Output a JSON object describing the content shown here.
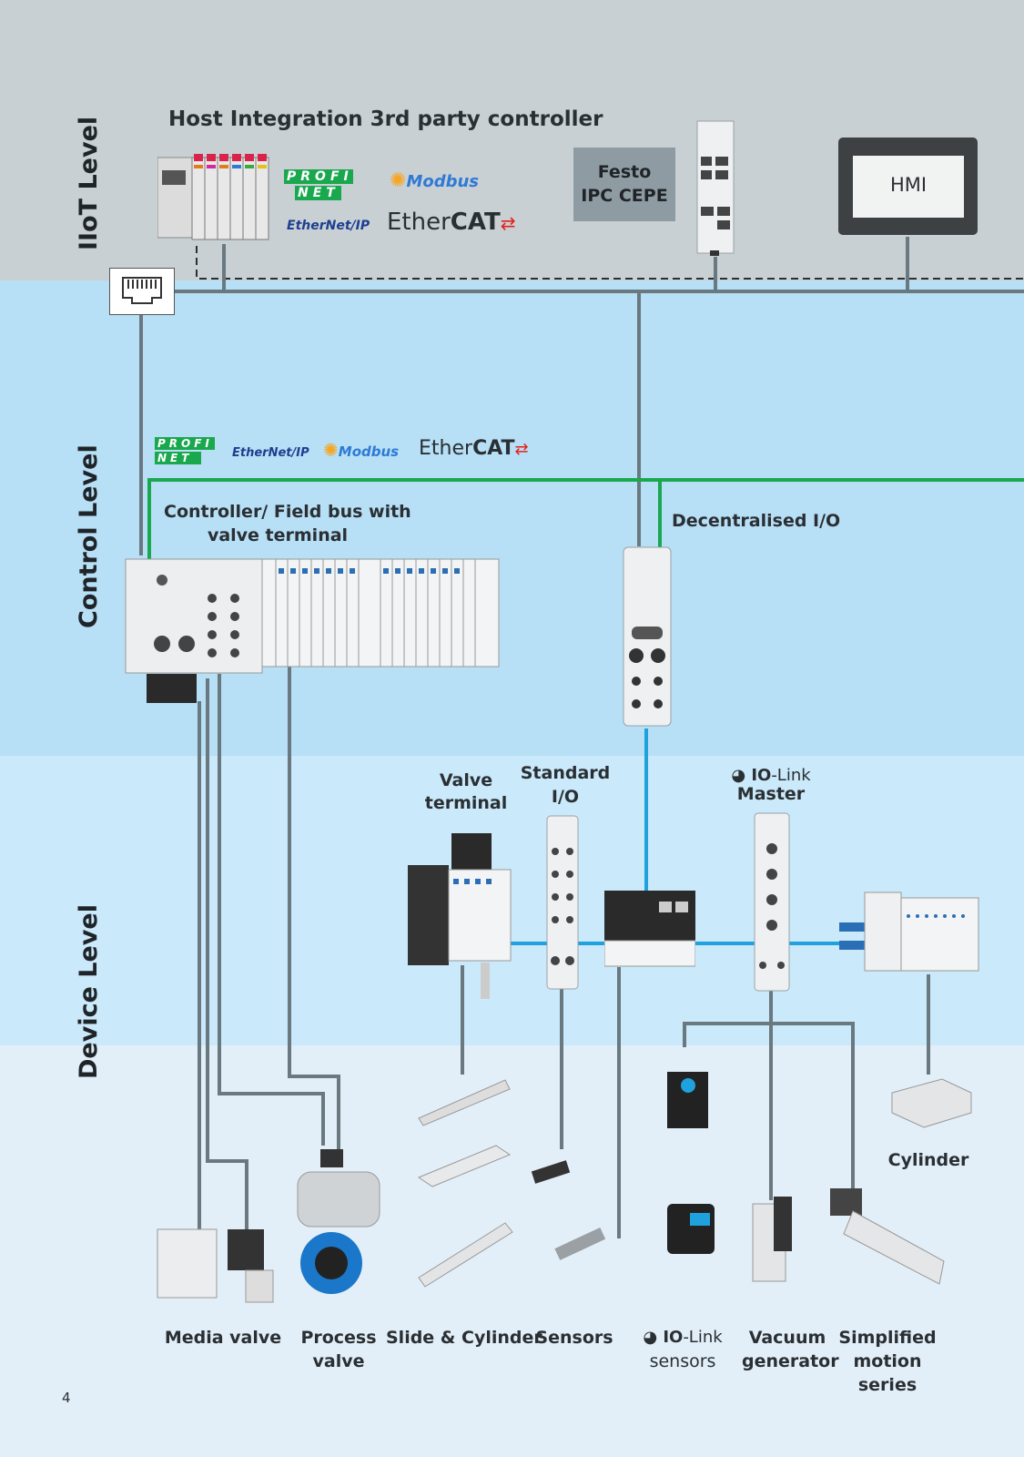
{
  "levels": {
    "iiot": "IIoT Level",
    "control": "Control Level",
    "device": "Device Level"
  },
  "header": {
    "title": "Host Integration 3rd party controller"
  },
  "controllers": {
    "ipc": "Festo\nIPC CEPE",
    "ipc_line1": "Festo",
    "ipc_line2": "IPC CEPE",
    "hmi": "HMI"
  },
  "protocols": {
    "profinet_a": "PROFI",
    "profinet_b": "NET",
    "ethernetip": "EtherNet/IP",
    "modbus": "Modbus",
    "ethercat_a": "Ether",
    "ethercat_b": "CAT"
  },
  "control": {
    "fieldbus_line1": "Controller/ Field bus with",
    "fieldbus_line2": "valve terminal",
    "decentral": "Decentralised I/O"
  },
  "device": {
    "valve_terminal_1": "Valve",
    "valve_terminal_2": "terminal",
    "standard_io_1": "Standard",
    "standard_io_2": "I/O",
    "iolink_master_a": "IO",
    "iolink_master_b": "-Link",
    "iolink_master_2": "Master",
    "cylinder": "Cylinder"
  },
  "bottom": {
    "media_valve": "Media valve",
    "process_1": "Process",
    "process_2": "valve",
    "slide": "Slide & Cylinder",
    "sensors": "Sensors",
    "iolink_a": "IO",
    "iolink_b": "-Link",
    "iolink_2": "sensors",
    "vacuum_1": "Vacuum",
    "vacuum_2": "generator",
    "simplified_1": "Simplified",
    "simplified_2": "motion",
    "simplified_3": "series"
  },
  "page_number": "4",
  "colors": {
    "iiot_bg": "#c9d0d4",
    "control_bg": "#b7dff6",
    "device_bg": "#cae9fa",
    "bottom_bg": "#e3eff8",
    "green_bus": "#1aa84f",
    "blue_bus": "#1ea1dc",
    "grey_line": "#6a7880"
  }
}
